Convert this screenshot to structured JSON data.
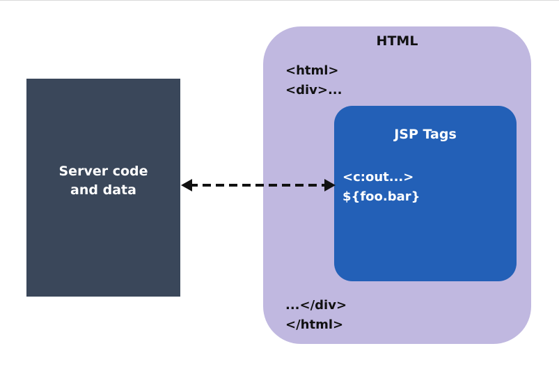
{
  "server": {
    "label": "Server code\nand data"
  },
  "html_container": {
    "title": "HTML",
    "top_lines": [
      "<html>",
      "<div>..."
    ],
    "bottom_lines": [
      "...</div>",
      "</html>"
    ]
  },
  "jsp": {
    "title": "JSP Tags",
    "lines": [
      "<c:out...>",
      "${foo.bar}"
    ]
  },
  "colors": {
    "server_fill": "#3a475a",
    "html_fill": "#c0b8e0",
    "jsp_fill": "#2360b7",
    "arrow": "#111111"
  }
}
